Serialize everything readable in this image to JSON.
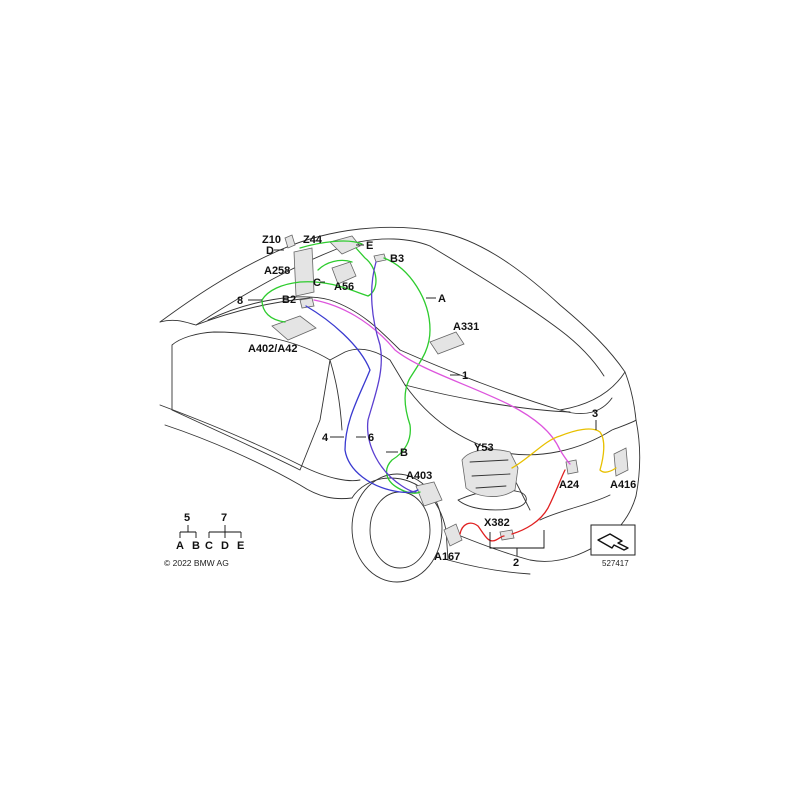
{
  "labels": {
    "z10": "Z10",
    "d_top": "D",
    "z44": "Z44",
    "e_top": "E",
    "b3": "B3",
    "a258": "A258",
    "c": "C",
    "a56": "A56",
    "n8": "8",
    "b2": "B2",
    "a_wire": "A",
    "a331": "A331",
    "a402": "A402/A42",
    "n1": "1",
    "n3": "3",
    "n4": "4",
    "n6": "6",
    "b_wire": "B",
    "y53": "Y53",
    "a24": "A24",
    "a416": "A416",
    "a403": "A403",
    "x382": "X382",
    "n2": "2",
    "a167": "A167"
  },
  "legend": {
    "group5": {
      "number": "5",
      "left": "A",
      "right": "B"
    },
    "group7": {
      "number": "7",
      "left": "C",
      "middle": "D",
      "right": "E"
    }
  },
  "copyright": "© 2022 BMW AG",
  "ref_number": "527417",
  "colors": {
    "wire_green": "#2ecc2e",
    "wire_magenta": "#dd55dd",
    "wire_blue": "#3a3ad0",
    "wire_purple": "#7a4fc9",
    "wire_yellow": "#e8c000",
    "wire_red": "#e02020",
    "body_outline": "#333333",
    "component_fill": "#e4e4e4"
  },
  "icons": [
    "arrow-orientation-icon"
  ]
}
